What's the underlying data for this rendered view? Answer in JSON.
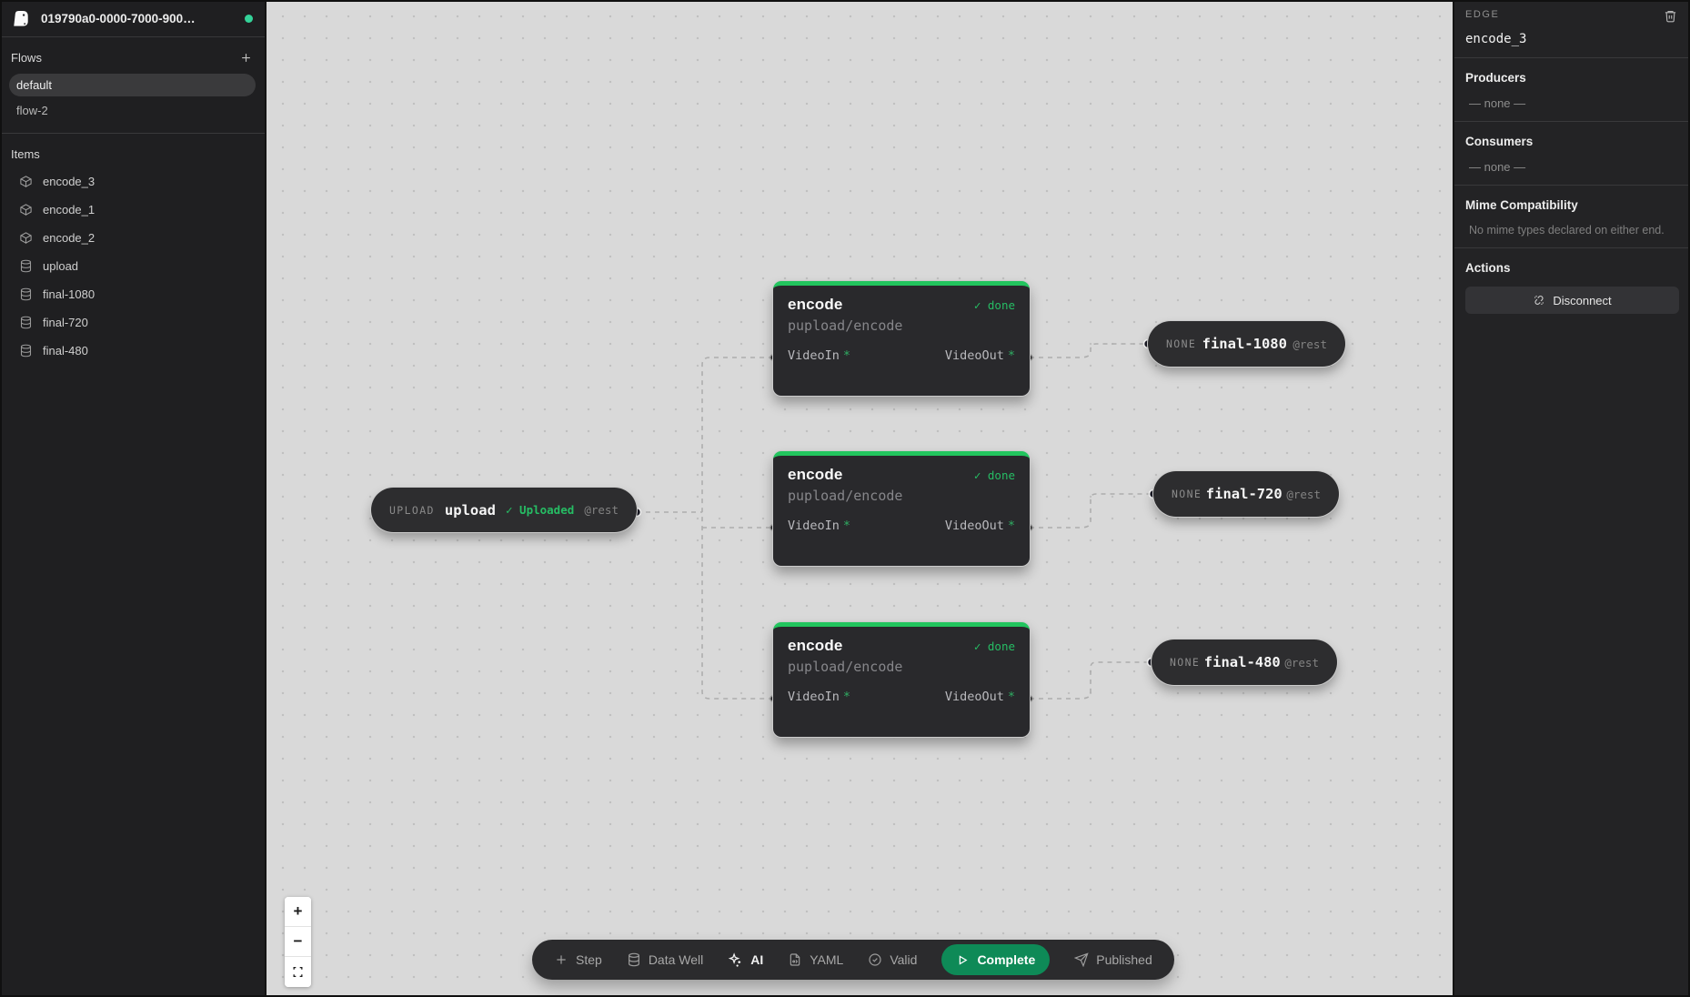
{
  "app": {
    "title": "019790a0-0000-7000-900…"
  },
  "sidebar": {
    "flows": {
      "heading": "Flows",
      "items": [
        {
          "label": "default",
          "selected": true
        },
        {
          "label": "flow-2",
          "selected": false
        }
      ]
    },
    "items": {
      "heading": "Items",
      "entries": [
        {
          "label": "encode_3",
          "icon": "cube-icon"
        },
        {
          "label": "encode_1",
          "icon": "cube-icon"
        },
        {
          "label": "encode_2",
          "icon": "cube-icon"
        },
        {
          "label": "upload",
          "icon": "database-icon"
        },
        {
          "label": "final-1080",
          "icon": "database-icon"
        },
        {
          "label": "final-720",
          "icon": "database-icon"
        },
        {
          "label": "final-480",
          "icon": "database-icon"
        }
      ]
    }
  },
  "canvas": {
    "upload_node": {
      "type_label": "UPLOAD",
      "name": "upload",
      "status_check": "✓",
      "status": "Uploaded",
      "transport": "@rest"
    },
    "encode_nodes": [
      {
        "title": "encode",
        "status_check": "✓",
        "status": "done",
        "package": "pupload/encode",
        "input_port": "VideoIn",
        "output_port": "VideoOut",
        "required": "*"
      },
      {
        "title": "encode",
        "status_check": "✓",
        "status": "done",
        "package": "pupload/encode",
        "input_port": "VideoIn",
        "output_port": "VideoOut",
        "required": "*"
      },
      {
        "title": "encode",
        "status_check": "✓",
        "status": "done",
        "package": "pupload/encode",
        "input_port": "VideoIn",
        "output_port": "VideoOut",
        "required": "*"
      }
    ],
    "output_nodes": [
      {
        "type_label": "NONE",
        "name": "final-1080",
        "transport": "@rest"
      },
      {
        "type_label": "NONE",
        "name": "final-720",
        "transport": "@rest"
      },
      {
        "type_label": "NONE",
        "name": "final-480",
        "transport": "@rest"
      }
    ],
    "zoom": {
      "in_label": "+",
      "out_label": "−"
    }
  },
  "toolbar": {
    "step": "Step",
    "data_well": "Data Well",
    "ai": "AI",
    "yaml": "YAML",
    "valid": "Valid",
    "complete": "Complete",
    "published": "Published"
  },
  "inspector": {
    "type_label": "EDGE",
    "name": "encode_3",
    "producers_heading": "Producers",
    "producers_value": "— none —",
    "consumers_heading": "Consumers",
    "consumers_value": "— none —",
    "mime_heading": "Mime Compatibility",
    "mime_value": "No mime types declared on either end.",
    "actions_heading": "Actions",
    "disconnect_label": "Disconnect"
  },
  "colors": {
    "accent_green": "#22c55e",
    "done_green": "#26bd64",
    "complete_button_green": "#0e8a57",
    "status_dot_green": "#34d399",
    "canvas_bg": "#d9d9d9",
    "panel_bg": "#1f1f21",
    "node_bg": "#29292c"
  }
}
